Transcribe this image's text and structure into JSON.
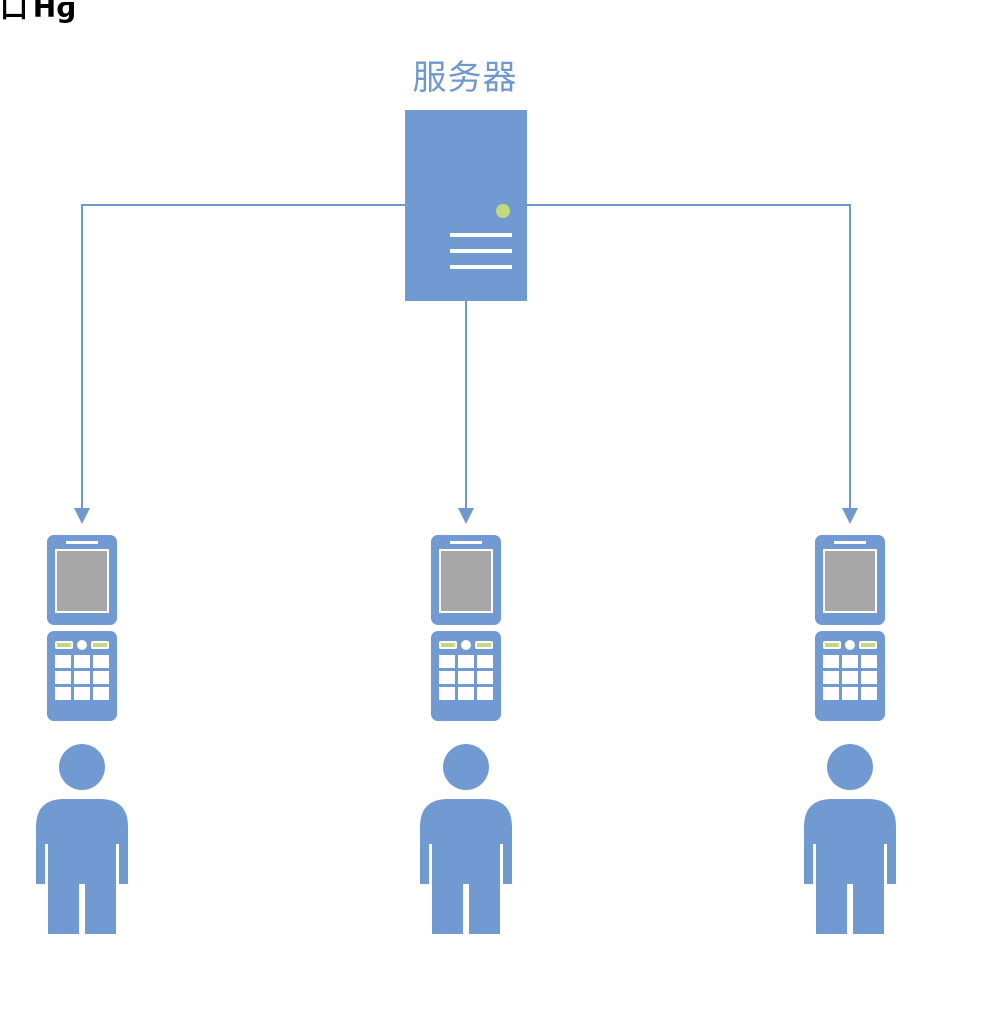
{
  "corner_text": "口Ήɡ",
  "server": {
    "label": "服务器"
  },
  "clients": [
    {
      "name": "client-left"
    },
    {
      "name": "client-middle"
    },
    {
      "name": "client-right"
    }
  ],
  "colors": {
    "primary": "#7199d2",
    "line": "#6f98cf",
    "screen": "#a6a6a6",
    "led": "#c6d87e",
    "white": "#ffffff"
  }
}
